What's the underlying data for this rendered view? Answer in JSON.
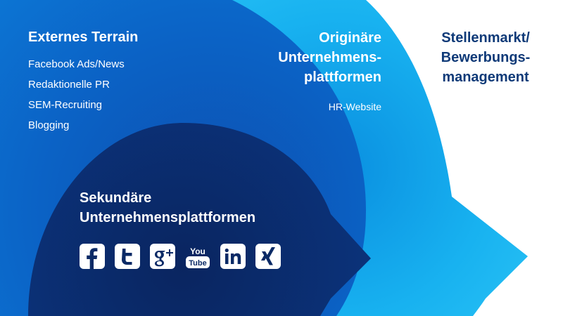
{
  "external": {
    "title": "Externes Terrain",
    "items": [
      "Facebook Ads/News",
      "Redaktionelle PR",
      "SEM-Recruiting",
      "Blogging"
    ]
  },
  "original": {
    "title_lines": [
      "Originäre",
      "Unternehmens-",
      "plattformen"
    ],
    "item": "HR-Website"
  },
  "stellenmarkt": {
    "title_lines": [
      "Stellenmarkt/",
      "Bewerbungs-",
      "management"
    ]
  },
  "secondary": {
    "title_lines": [
      "Sekundäre",
      "Unternehmensplattformen"
    ],
    "icons": [
      "facebook-icon",
      "twitter-icon",
      "google-plus-icon",
      "youtube-icon",
      "linkedin-icon",
      "xing-icon"
    ]
  },
  "colors": {
    "light_blue": "#1ab4f0",
    "mid_blue": "#0a5fc0",
    "dark_navy": "#0b2a66",
    "navy_text": "#0f3a78",
    "white": "#ffffff"
  }
}
